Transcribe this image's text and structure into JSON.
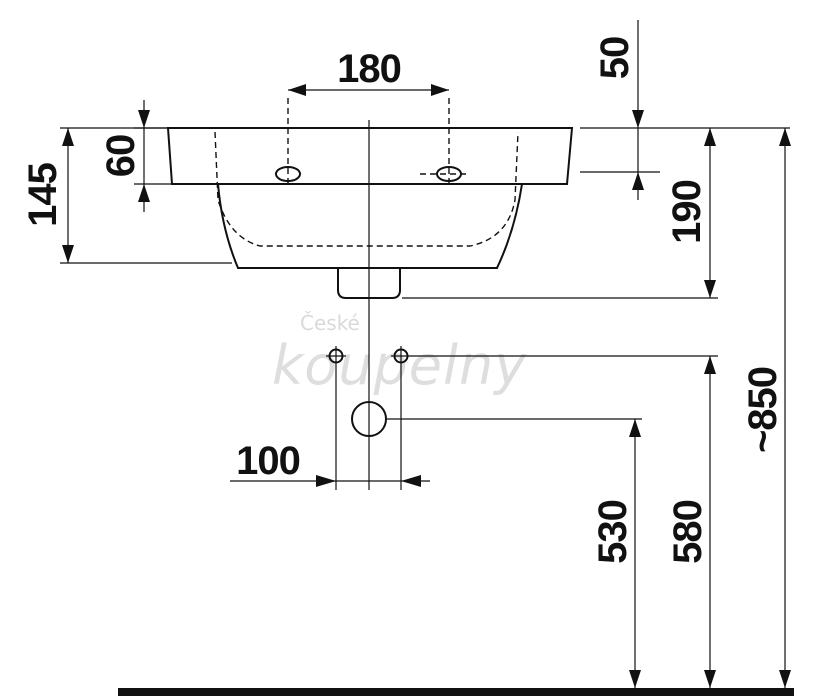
{
  "dimensions": {
    "tap_hole_spacing": "180",
    "rim_depth": "60",
    "overall_depth": "145",
    "tap_hole_offset": "50",
    "bowl_depth": "190",
    "waste_height": "530",
    "supply_height": "580",
    "rim_height": "~850",
    "supply_spacing": "100"
  },
  "watermark": {
    "line1": "České",
    "line2": "koupelny"
  },
  "colors": {
    "line": "#111111",
    "watermark": "#dedede",
    "floor": "#111111"
  }
}
